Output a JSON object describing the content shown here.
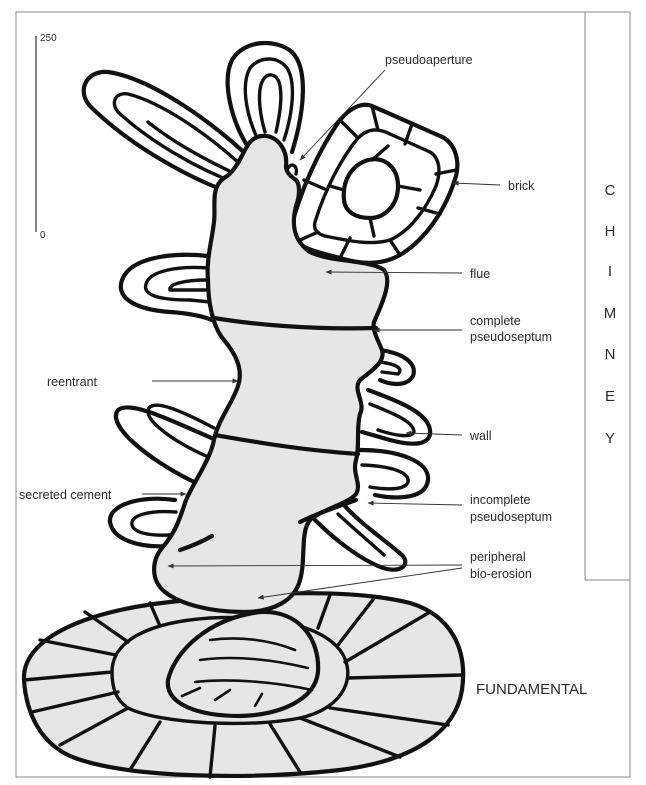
{
  "scale_bar": {
    "top_label": "250",
    "bottom_label": "0"
  },
  "labels": {
    "pseudoaperture": "pseudoaperture",
    "brick": "brick",
    "flue": "flue",
    "complete_pseudoseptum_1": "complete",
    "complete_pseudoseptum_2": "pseudoseptum",
    "reentrant": "reentrant",
    "wall": "wall",
    "secreted_cement": "secreted cement",
    "incomplete_pseudoseptum_1": "incomplete",
    "incomplete_pseudoseptum_2": "pseudoseptum",
    "peripheral_bioerosion_1": "peripheral",
    "peripheral_bioerosion_2": "bio-erosion",
    "fundamental": "FUNDAMENTAL"
  },
  "chimney_letters": [
    "C",
    "H",
    "I",
    "M",
    "N",
    "E",
    "Y"
  ],
  "colors": {
    "fill": "#e6e6e6",
    "stroke": "#111111",
    "frame": "#8a8a8a"
  }
}
